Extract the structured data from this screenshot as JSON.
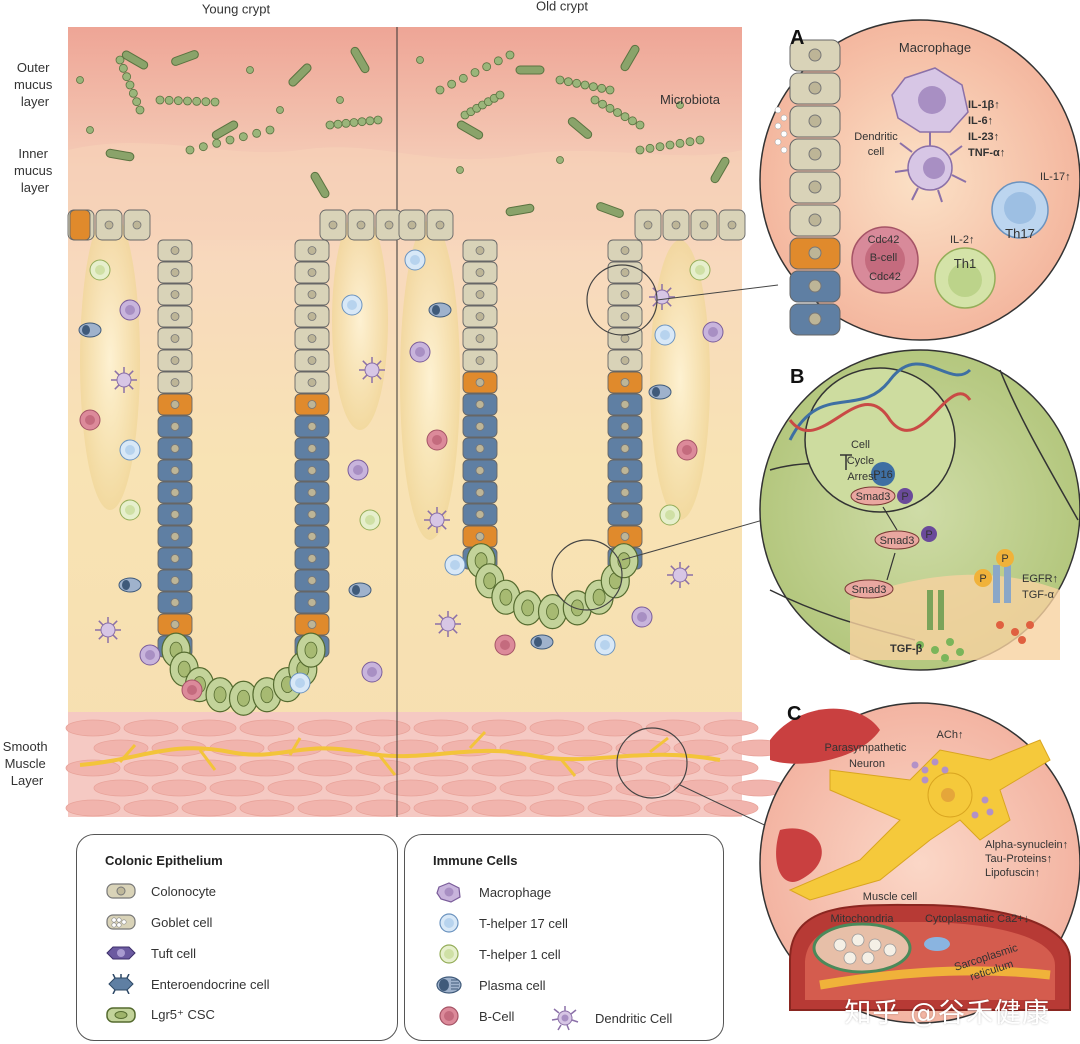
{
  "columns": {
    "young": "Young crypt",
    "old": "Old crypt"
  },
  "side_labels": {
    "outer": [
      "Outer",
      "mucus",
      "layer"
    ],
    "inner": [
      "Inner",
      "mucus",
      "layer"
    ],
    "smooth": [
      "Smooth",
      "Muscle",
      "Layer"
    ]
  },
  "microbiota": "Microbiota",
  "panel_a": {
    "letter": "A",
    "macrophage": "Macrophage",
    "dendritic": [
      "Dendritic",
      "cell"
    ],
    "cytokines": [
      "IL-1β↑",
      "IL-6↑",
      "IL-23↑",
      "TNF-α↑"
    ],
    "il17": "IL-17↑",
    "th17": "Th17",
    "il2": "IL-2↑",
    "th1": "Th1",
    "bcell": [
      "Cdc42",
      "B-cell",
      "Cdc42"
    ]
  },
  "panel_b": {
    "letter": "B",
    "arrest": [
      "Cell",
      "Cycle",
      "Arrest"
    ],
    "p16": "P16",
    "smad3": "Smad3",
    "p": "P",
    "egfr": "EGFR↑",
    "tgfa": "TGF-α",
    "tgfb": "TGF-β"
  },
  "panel_c": {
    "letter": "C",
    "neuron": [
      "Parasympathetic",
      "Neuron"
    ],
    "ach": "ACh↑",
    "proteins": [
      "Alpha-synuclein↑",
      "Tau-Proteins↑",
      "Lipofuscin↑"
    ],
    "muscle_cell": "Muscle cell",
    "mitochondria": "Mitochondria",
    "ca": "Cytoplasmatic Ca2+↓",
    "sr": [
      "Sarcoplasmic",
      "reticulum"
    ]
  },
  "legend_epithelium": {
    "title": "Colonic Epithelium",
    "items": [
      "Colonocyte",
      "Goblet cell",
      "Tuft cell",
      "Enteroendocrine cell",
      "Lgr5⁺ CSC"
    ]
  },
  "legend_immune": {
    "title": "Immune Cells",
    "items": [
      "Macrophage",
      "T-helper 17 cell",
      "T-helper 1 cell",
      "Plasma cell",
      "B-Cell",
      "Dendritic Cell"
    ]
  },
  "watermark": "知乎 @谷禾健康",
  "colors": {
    "colonocyte": "#d9d3b8",
    "goblet": "#c9c3a6",
    "tuft": "#6b5aa0",
    "csc": "#c3d39a",
    "orange": "#e08a2c",
    "blue": "#5f7fa3",
    "mucus": "#f2c3b0",
    "lamina": "#f7e0b4"
  }
}
